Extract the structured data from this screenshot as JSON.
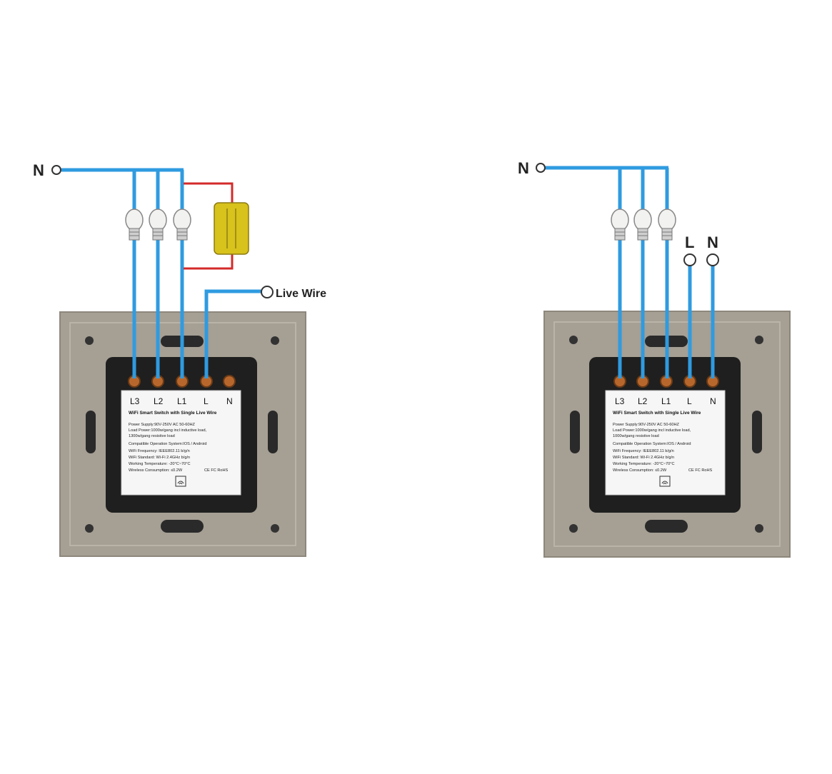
{
  "colors": {
    "wire": "#2f9be0",
    "bypass_wire": "#d42a2a",
    "capacitor": "#d8c21c",
    "plate": "#a49e93",
    "module": "#1f1f1f",
    "terminal": "#b8672c"
  },
  "left": {
    "neutral_label": "N",
    "live_wire_label": "Live Wire",
    "terminals": [
      "L3",
      "L2",
      "L1",
      "L",
      "N"
    ],
    "label_title": "WiFi Smart Switch with Single Live Wire",
    "label_specs": [
      "Power Supply:90V-250V AC  50-60HZ",
      "Load Power:1000w/gang incl inductive load,",
      "1300w/gang resistive load",
      "Compatible Operation System:IOS / Android",
      "WiFi Frequency: IEEE802.11 b/g/n",
      "WiFi Standard: Wi-Fi 2.4GHz b/g/n",
      "Working Temperature: -20°C~70°C",
      "Wireless Consumption: ≤0.2W"
    ],
    "cert_marks": "CE FC RoHS"
  },
  "right": {
    "neutral_label": "N",
    "supply_labels": [
      "L",
      "N"
    ],
    "terminals": [
      "L3",
      "L2",
      "L1",
      "L",
      "N"
    ],
    "label_title": "WiFi Smart Switch with Single Live Wire",
    "label_specs": [
      "Power Supply:90V-250V AC  50-60HZ",
      "Load Power:1000w/gang incl inductive load,",
      "1000w/gang resistive load",
      "Compatible Operation System:IOS / Android",
      "WiFi Frequency: IEEE802.11 b/g/n",
      "WiFi Standard: Wi-Fi 2.4GHz b/g/n",
      "Working Temperature: -20°C~70°C",
      "Wireless Consumption: ≤0.2W"
    ],
    "cert_marks": "CE FC RoHS"
  }
}
